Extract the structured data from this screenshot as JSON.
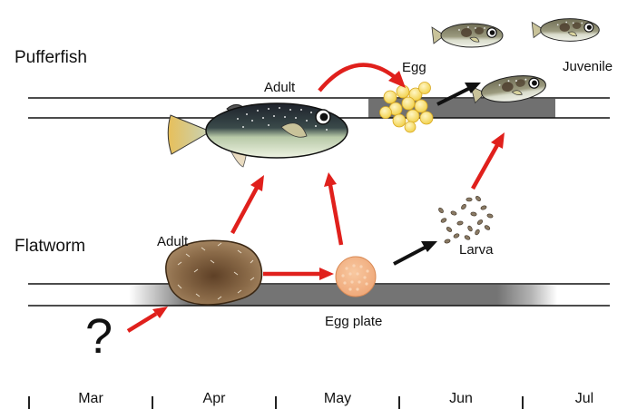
{
  "rows": {
    "pufferfish": "Pufferfish",
    "flatworm": "Flatworm"
  },
  "labels": {
    "puffer_adult": "Adult",
    "puffer_egg": "Egg",
    "puffer_juvenile": "Juvenile",
    "worm_adult": "Adult",
    "worm_larva": "Larva",
    "egg_plate": "Egg plate",
    "unknown_origin": "?"
  },
  "months": [
    "Mar",
    "Apr",
    "May",
    "Jun",
    "Jul"
  ],
  "colors": {
    "arrow_red": "#e0201c",
    "arrow_dark": "#111111",
    "period_gray": "#707070",
    "egg_yellow": "#f7dd6a",
    "egg_plate": "#f4b386",
    "flatworm_body": "#8a6a48",
    "puffer_back": "#22262f",
    "puffer_belly": "#dfe9cf",
    "puffer_fin": "#e0b55a"
  }
}
